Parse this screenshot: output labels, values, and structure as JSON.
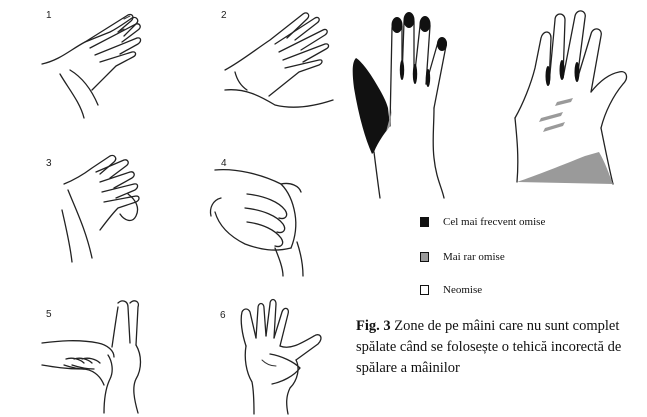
{
  "steps": [
    {
      "number": "1",
      "icon": "hands-palm-to-palm-icon"
    },
    {
      "number": "2",
      "icon": "palm-over-dorsum-icon"
    },
    {
      "number": "3",
      "icon": "fingers-interlaced-icon"
    },
    {
      "number": "4",
      "icon": "fingers-interlocked-icon"
    },
    {
      "number": "5",
      "icon": "thumb-rotational-rub-icon"
    },
    {
      "number": "6",
      "icon": "fingertips-in-palm-icon"
    }
  ],
  "zone_figures": {
    "dorsal_hand": "dorsal-hand-zone-icon",
    "palmar_hand": "palmar-hand-zone-icon"
  },
  "legend": [
    {
      "label": "Cel mai frecvent omise",
      "color": "#111111"
    },
    {
      "label": "Mai rar omise",
      "color": "#9a9a9a"
    },
    {
      "label": "Neomise",
      "color": "#ffffff"
    }
  ],
  "caption": {
    "figure_label": "Fig. 3",
    "text": " Zone de pe mâini care nu sunt complet spălate când se folosește o tehică incorectă de spălare a mâinilor"
  }
}
